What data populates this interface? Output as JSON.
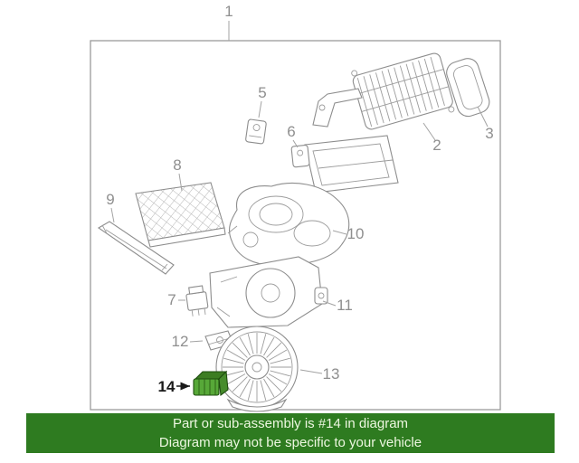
{
  "diagram": {
    "description": "exploded-hvac-blower-parts-diagram",
    "border_color": "#9a9a9a",
    "callouts": {
      "n1": "1",
      "n2": "2",
      "n3": "3",
      "n5": "5",
      "n6": "6",
      "n7": "7",
      "n8": "8",
      "n9": "9",
      "n10": "10",
      "n11": "11",
      "n12": "12",
      "n13": "13",
      "n14": "14"
    },
    "highlighted_part": {
      "number": "14",
      "color": "#57a838",
      "outline": "#1e4d0f"
    }
  },
  "banner": {
    "line1": "Part or sub-assembly is #14 in diagram",
    "line2": "Diagram may not be specific to your vehicle",
    "background": "#2e7b20",
    "text_color": "#edf7e0"
  }
}
